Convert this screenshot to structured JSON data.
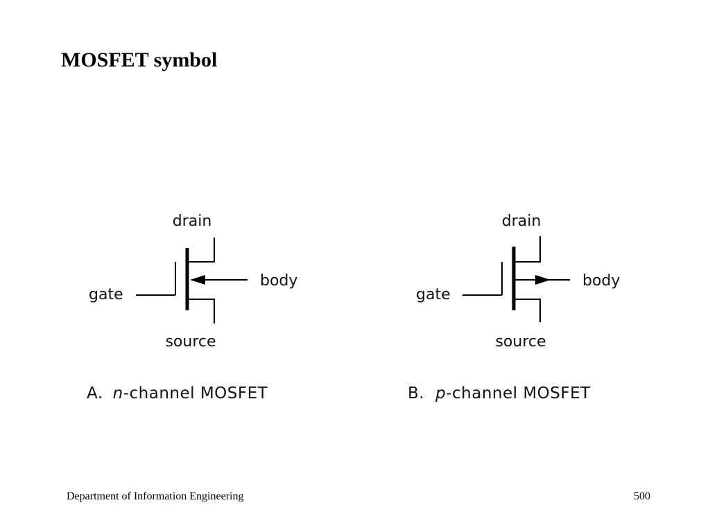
{
  "slide": {
    "title": "MOSFET symbol"
  },
  "symbols": [
    {
      "terminals": {
        "drain": "drain",
        "gate": "gate",
        "body": "body",
        "source": "source"
      },
      "caption": {
        "letter": "A.",
        "channel_type": "n",
        "rest": "-channel MOSFET"
      }
    },
    {
      "terminals": {
        "drain": "drain",
        "gate": "gate",
        "body": "body",
        "source": "source"
      },
      "caption": {
        "letter": "B.",
        "channel_type": "p",
        "rest": "-channel MOSFET"
      }
    }
  ],
  "footer": {
    "department": "Department of Information Engineering",
    "page_number": "500"
  }
}
